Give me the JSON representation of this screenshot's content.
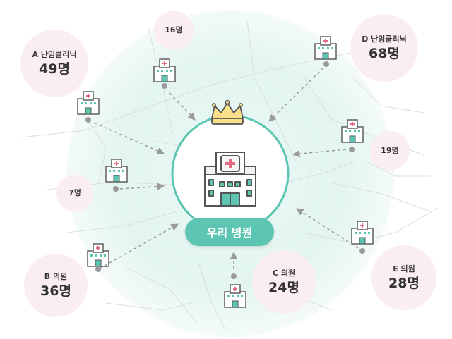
{
  "center": {
    "label": "우리 병원",
    "crown_icon": "crown-icon",
    "icon": "hospital-building-icon"
  },
  "clinics": [
    {
      "id": "a",
      "name": "A 난임클리닉",
      "count": "49명"
    },
    {
      "id": "b",
      "name": "B 의원",
      "count": "36명"
    },
    {
      "id": "c",
      "name": "C 의원",
      "count": "24명"
    },
    {
      "id": "d",
      "name": "D 난임클리닉",
      "count": "68명"
    },
    {
      "id": "e",
      "name": "E 의원",
      "count": "28명"
    },
    {
      "id": "p16",
      "name": "",
      "count": "16명"
    },
    {
      "id": "p19",
      "name": "",
      "count": "19명"
    },
    {
      "id": "p7",
      "name": "",
      "count": "7명"
    }
  ],
  "colors": {
    "accent": "#5cc6b2",
    "bubble": "#fbeef0",
    "glow": "#e6f6f3",
    "crown": "#f8e08a"
  }
}
